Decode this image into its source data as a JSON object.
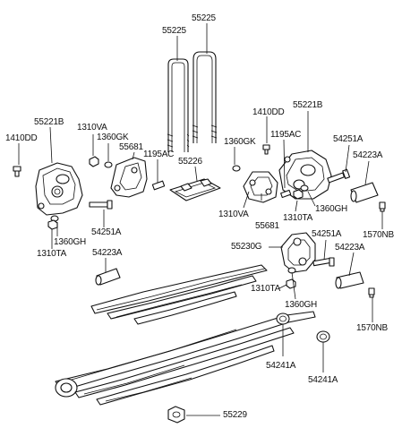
{
  "labels": {
    "l55225_a": "55225",
    "l55225_b": "55225",
    "l1410DD_l": "1410DD",
    "l55221B_l": "55221B",
    "l1310VA_l": "1310VA",
    "l1360GK_l": "1360GK",
    "l55681_l": "55681",
    "l1195AC_l": "1195AC",
    "l55226": "55226",
    "l1410DD_r": "1410DD",
    "l55221B_r": "55221B",
    "l1360GK_r": "1360GK",
    "l1195AC_r": "1195AC",
    "l54251A_r": "54251A",
    "l54223A_r": "54223A",
    "l1310VA_r": "1310VA",
    "l55681_r": "55681",
    "l1310TA_r": "1310TA",
    "l1360GH_r": "1360GH",
    "l1570NB_r": "1570NB",
    "l54251A_l": "54251A",
    "l1360GH_l": "1360GH",
    "l1310TA_l": "1310TA",
    "l54223A_l": "54223A",
    "l55230G": "55230G",
    "l54251A_m": "54251A",
    "l54223A_m": "54223A",
    "l1310TA_m": "1310TA",
    "l1360GH_m": "1360GH",
    "l1570NB_m": "1570NB",
    "l54241A_a": "54241A",
    "l54241A_b": "54241A",
    "l55229": "55229"
  }
}
